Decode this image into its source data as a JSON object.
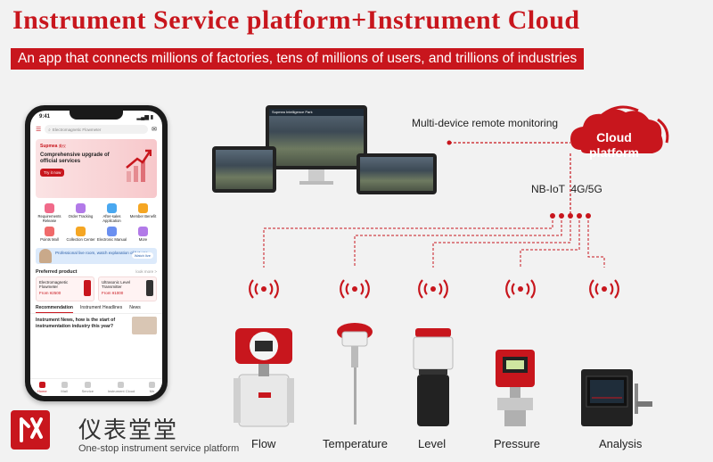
{
  "header": {
    "title": "Instrument Service platform+Instrument Cloud",
    "subtitle": "An app that connects millions of factories, tens of millions of users, and trillions of industries"
  },
  "phone": {
    "time": "9:41",
    "search_placeholder": "Electromagnetic Flowmeter",
    "banner": {
      "brand": "Supmea",
      "brand_cn": "美仪",
      "title": "Comprehensive upgrade of official services",
      "button": "Try it now"
    },
    "grid_items": [
      {
        "label": "Requirements Release",
        "color": "#f06a8a"
      },
      {
        "label": "Order Tracking",
        "color": "#b27ae8"
      },
      {
        "label": "After-sales Application",
        "color": "#4aa8f0"
      },
      {
        "label": "Member Benefit",
        "color": "#f5a623"
      },
      {
        "label": "Points Mall",
        "color": "#f06a6a"
      },
      {
        "label": "Collection Center",
        "color": "#f5a623"
      },
      {
        "label": "Electronic Manual",
        "color": "#6a8ff0"
      },
      {
        "label": "More",
        "color": "#b27ae8"
      }
    ],
    "promo": {
      "text": "Professional live room, watch explanation of hot use",
      "button": "Watch live"
    },
    "preferred": {
      "heading": "Preferred product",
      "more": "look more >"
    },
    "products": [
      {
        "name": "Electromagnetic Flowmeter",
        "price": "From ¥2500"
      },
      {
        "name": "Ultrasonic Level Transmitter",
        "price": "From ¥1000"
      }
    ],
    "tabs": [
      "Recommendation",
      "Instrument Headlines",
      "News"
    ],
    "news": "Instrument News, how is the start of instrumentation industry this year?",
    "nav": [
      "Home",
      "Mall",
      "Service",
      "Instrument Cloud",
      "Me"
    ]
  },
  "logo": {
    "cn": "仪表堂堂",
    "sub": "One-stop instrument service platform"
  },
  "devices": {
    "screen_header": "Supmea Intelligence Park"
  },
  "diagram": {
    "monitoring": "Multi-device remote monitoring",
    "cloud_line1": "Cloud",
    "cloud_line2": "platform",
    "network": "NB-IoT  4G/5G",
    "accent": "#c8161d"
  },
  "sensors": [
    {
      "label": "Flow"
    },
    {
      "label": "Temperature"
    },
    {
      "label": "Level"
    },
    {
      "label": "Pressure"
    },
    {
      "label": "Analysis"
    }
  ]
}
